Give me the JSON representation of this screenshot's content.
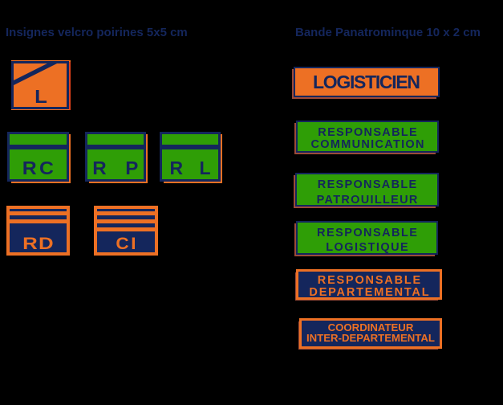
{
  "page": {
    "background_color": "#000000"
  },
  "colors": {
    "bg": "#000000",
    "navy": "#14265c",
    "orange": "#ed7024",
    "green": "#2f9e06",
    "shadow-warm": "#e0401a",
    "shadow-dull": "#9c4a38"
  },
  "left_section": {
    "title": "Insignes velcro poirines 5x5 cm",
    "badges": [
      {
        "name": "logisticien-badge",
        "letter": "L",
        "style": "orange, navy frame, navy diagonal stripe"
      },
      {
        "name": "responsable-communication-badge",
        "letter": "RC",
        "style": "green, navy frame, one navy band"
      },
      {
        "name": "responsable-patrouilleur-badge",
        "letter": "R P",
        "style": "green, navy frame, one navy band"
      },
      {
        "name": "responsable-logistique-badge",
        "letter": "R L",
        "style": "green, navy frame, one navy band"
      },
      {
        "name": "responsable-departemental-badge",
        "letter": "RD",
        "style": "navy, orange frame, two orange stripes"
      },
      {
        "name": "coordinateur-badge",
        "letter": "CI",
        "style": "navy, orange frame, three orange stripes"
      }
    ]
  },
  "right_section": {
    "title": "Bande Panatrominque 10 x 2 cm",
    "bands": [
      {
        "name": "band-logisticien",
        "lines": [
          "LOGISTICIEN"
        ],
        "style": "orange, navy border, navy text"
      },
      {
        "name": "band-responsable-communication",
        "lines": [
          "RESPONSABLE",
          "COMMUNICATION"
        ],
        "style": "green, navy border, navy text"
      },
      {
        "name": "band-responsable-patrouilleur",
        "lines": [
          "RESPONSABLE",
          "PATROUILLEUR"
        ],
        "style": "green, navy border, navy text"
      },
      {
        "name": "band-responsable-logistique",
        "lines": [
          "RESPONSABLE",
          "LOGISTIQUE"
        ],
        "style": "green, navy border, navy text"
      },
      {
        "name": "band-responsable-departemental",
        "lines": [
          "RESPONSABLE",
          "DEPARTEMENTAL"
        ],
        "style": "navy, orange border, orange text"
      },
      {
        "name": "band-coordinateur-inter-departemental",
        "lines": [
          "COORDINATEUR",
          "INTER-DEPARTEMENTAL"
        ],
        "style": "navy, orange border, orange text"
      }
    ]
  }
}
